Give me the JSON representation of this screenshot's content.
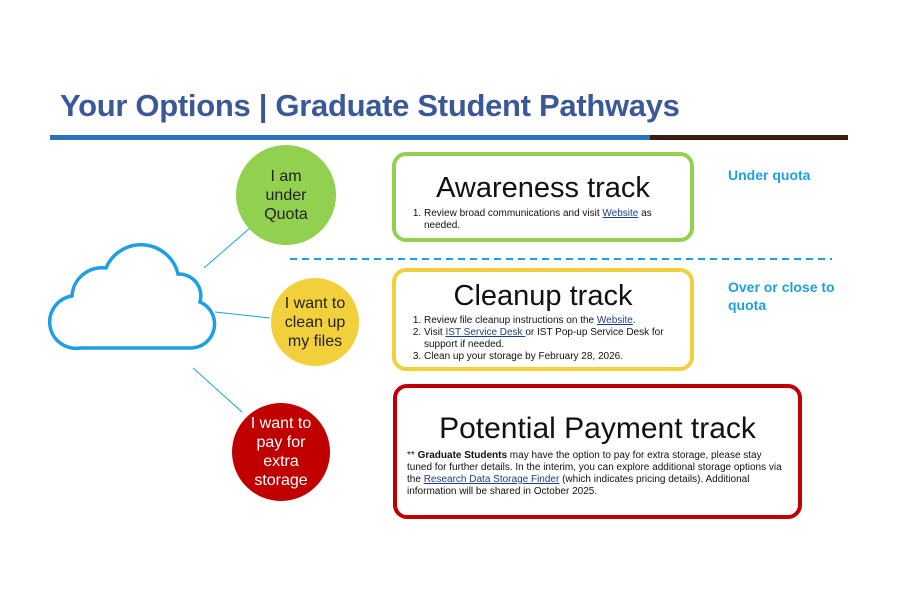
{
  "title": "Your Options | Graduate Student Pathways",
  "colors": {
    "title": "#3b5998",
    "bar_blue": "#2c6fba",
    "bar_brown": "#3a1c10",
    "green": "#92d050",
    "yellow": "#f2d03c",
    "red": "#c00000",
    "cyan": "#1ea0e0"
  },
  "circles": {
    "under": "I am under Quota",
    "cleanup": "I want to clean up my files",
    "pay": "I want to pay for extra storage"
  },
  "awareness": {
    "title": "Awareness track",
    "item1_pre": "Review broad communications and visit ",
    "item1_link": "Website",
    "item1_post": " as needed."
  },
  "cleanup": {
    "title": "Cleanup track",
    "item1_pre": "Review file cleanup instructions on the ",
    "item1_link": "Website",
    "item1_post": ".",
    "item2_pre": "Visit ",
    "item2_link": "IST Service Desk ",
    "item2_post": "or IST Pop-up Service Desk for support if needed.",
    "item3": "Clean up your storage by February 28, 2026."
  },
  "payment": {
    "title": "Potential Payment track",
    "stars": "** ",
    "bold": "Graduate Students",
    "text1": " may have the option to pay for extra storage, please stay tuned for further details. In the interim, you can explore additional storage options via the ",
    "link": "Research Data Storage Finder",
    "text2": " (which indicates pricing details). Additional information will be shared in October 2025."
  },
  "side": {
    "under": "Under quota",
    "over": "Over or close to quota"
  }
}
